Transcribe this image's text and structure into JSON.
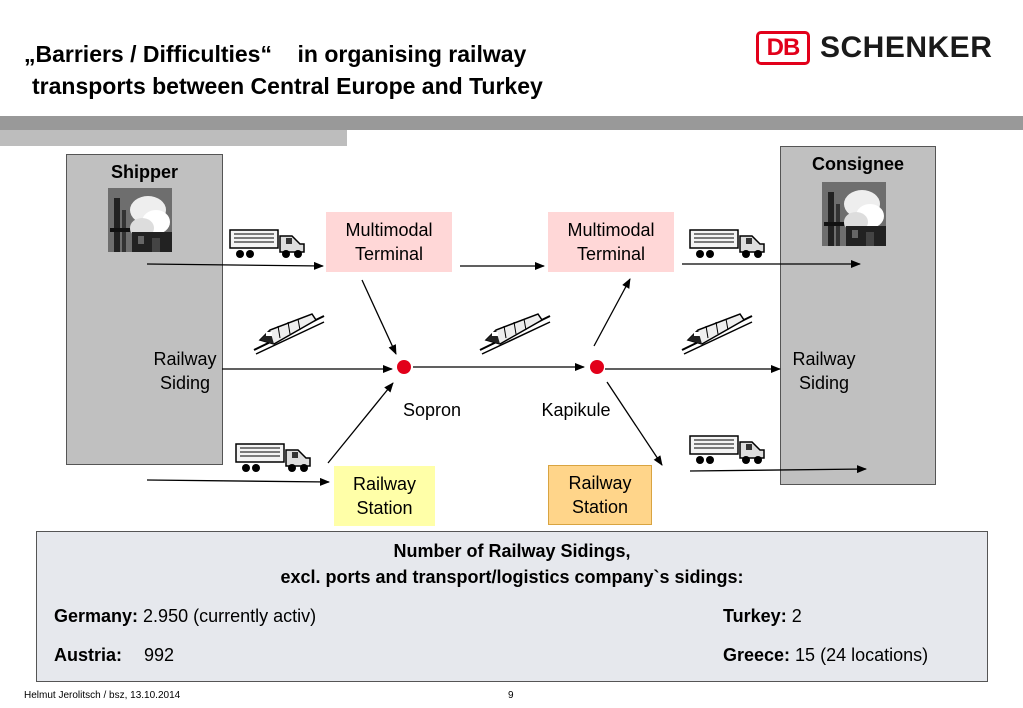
{
  "header": {
    "title_line1": "„Barriers / Difficulties“    in organising railway",
    "title_line2": "transports between Central Europe and Turkey",
    "logo_db": "DB",
    "logo_name": "SCHENKER",
    "brand_color": "#e2001a"
  },
  "diagram": {
    "shipper_label": "Shipper",
    "consignee_label": "Consignee",
    "left_siding": [
      "Railway",
      "Siding"
    ],
    "right_siding": [
      "Railway",
      "Siding"
    ],
    "terminal_left": [
      "Multimodal",
      "Terminal"
    ],
    "terminal_right": [
      "Multimodal",
      "Terminal"
    ],
    "station_left": [
      "Railway",
      "Station"
    ],
    "station_right": [
      "Railway",
      "Station"
    ],
    "node_left": "Sopron",
    "node_right": "Kapikule",
    "node_color": "#e2001a"
  },
  "info": {
    "heading_line1": "Number of Railway Sidings,",
    "heading_line2": "excl. ports and transport/logistics company`s sidings:",
    "germany_label": "Germany:",
    "germany_value": " 2.950 (currently activ)",
    "austria_label": "Austria:",
    "austria_value": "992",
    "turkey_label": "Turkey:",
    "turkey_value": " 2",
    "greece_label": "Greece:",
    "greece_value": " 15 (24 locations)"
  },
  "footer": {
    "author": "Helmut Jerolitsch / bsz, 13.10.2014",
    "page_number": "9"
  }
}
